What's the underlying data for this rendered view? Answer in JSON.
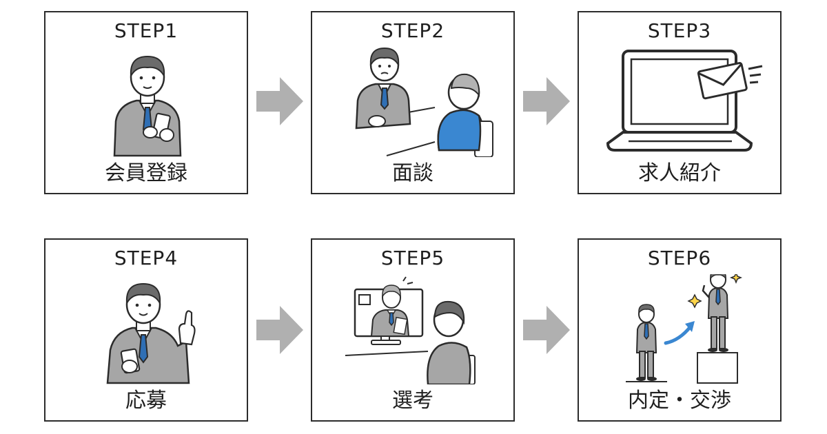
{
  "steps": [
    {
      "title": "STEP1",
      "label": "会員登録",
      "icon": "person-phone-icon"
    },
    {
      "title": "STEP2",
      "label": "面談",
      "icon": "interview-meeting-icon"
    },
    {
      "title": "STEP3",
      "label": "求人紹介",
      "icon": "laptop-mail-icon"
    },
    {
      "title": "STEP4",
      "label": "応募",
      "icon": "person-raising-finger-icon"
    },
    {
      "title": "STEP5",
      "label": "選考",
      "icon": "online-interview-icon"
    },
    {
      "title": "STEP6",
      "label": "内定・交渉",
      "icon": "career-step-up-icon"
    }
  ],
  "colors": {
    "border": "#2b2b2b",
    "arrow": "#b0b0b0",
    "suit": "#a6a6a6",
    "tie": "#2f6fb5",
    "accent_blue": "#3a87d1",
    "hair": "#6b6b6b"
  }
}
